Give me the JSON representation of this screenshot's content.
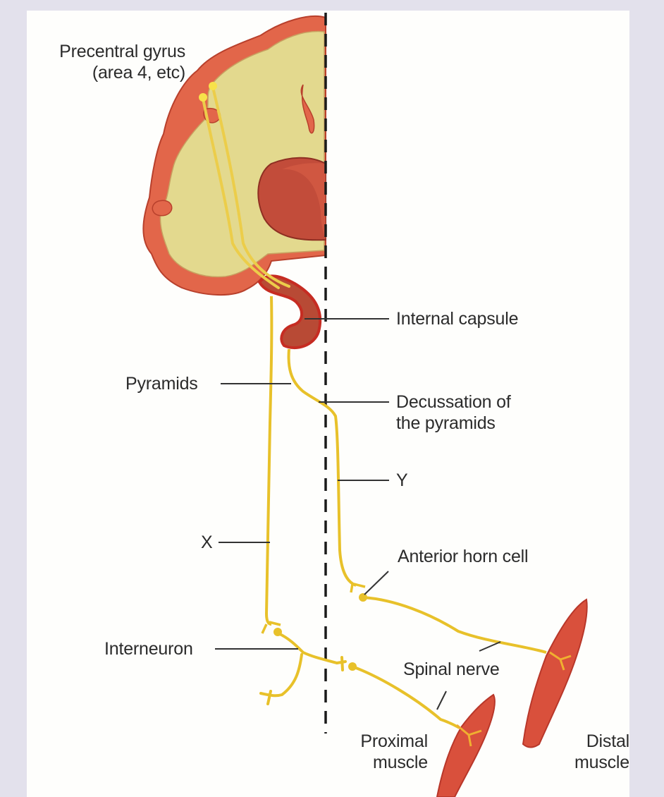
{
  "diagram": {
    "title": "Corticospinal (pyramidal) tract pathway",
    "colors": {
      "background": "#e3e1ec",
      "panel": "#fefefc",
      "cortex": "#e2664a",
      "white_matter": "#e3d98e",
      "deep_nuclei": "#c24c3a",
      "tract": "#e8c12a",
      "muscle": "#d9503c",
      "midline": "#1a1a1a",
      "leader": "#333333",
      "text": "#2b2b2b"
    },
    "labels": {
      "precentral_line1": "Precentral gyrus",
      "precentral_line2": "(area 4, etc)",
      "internal_capsule": "Internal capsule",
      "pyramids": "Pyramids",
      "decussation_line1": "Decussation of",
      "decussation_line2": "the pyramids",
      "y": "Y",
      "x": "X",
      "anterior_horn_cell": "Anterior horn cell",
      "interneuron": "Interneuron",
      "spinal_nerve": "Spinal nerve",
      "proximal_line1": "Proximal",
      "proximal_line2": "muscle",
      "distal_line1": "Distal",
      "distal_line2": "muscle"
    },
    "components": [
      "precentral gyrus (cortex)",
      "internal capsule",
      "pyramids",
      "decussation of the pyramids",
      "tract X (uncrossed, ipsilateral)",
      "tract Y (crossed, contralateral)",
      "interneuron",
      "anterior horn cell",
      "spinal nerve",
      "proximal muscle",
      "distal muscle",
      "midline (dashed)"
    ]
  }
}
